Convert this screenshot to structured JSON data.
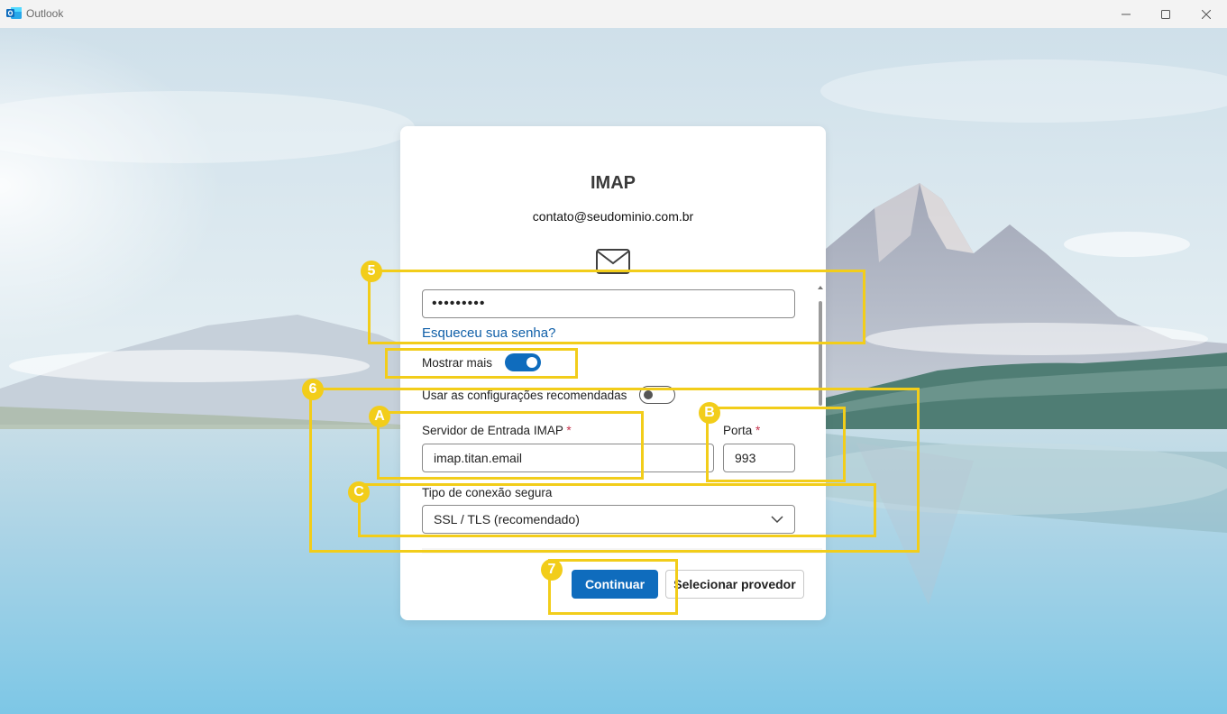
{
  "window": {
    "title": "Outlook"
  },
  "dialog": {
    "title": "IMAP",
    "email": "contato@seudominio.com.br",
    "password_value": "•••••••••",
    "forgot_link": "Esqueceu sua senha?",
    "show_more_label": "Mostrar mais",
    "show_more_on": true,
    "recommended_label": "Usar as configurações recomendadas",
    "recommended_on": false,
    "incoming_server_label": "Servidor de Entrada IMAP",
    "incoming_server_value": "imap.titan.email",
    "port_label": "Porta",
    "port_value": "993",
    "required_mark": "*",
    "security_label": "Tipo de conexão segura",
    "security_value": "SSL / TLS (recomendado)",
    "continue_button": "Continuar",
    "select_provider_button": "Selecionar provedor"
  },
  "annotations": {
    "b5": "5",
    "b6": "6",
    "b7": "7",
    "bA": "A",
    "bB": "B",
    "bC": "C",
    "color": "#f2cd1a"
  },
  "colors": {
    "accent": "#0f6cbd",
    "link": "#0f5fa8",
    "required": "#c4314b"
  }
}
